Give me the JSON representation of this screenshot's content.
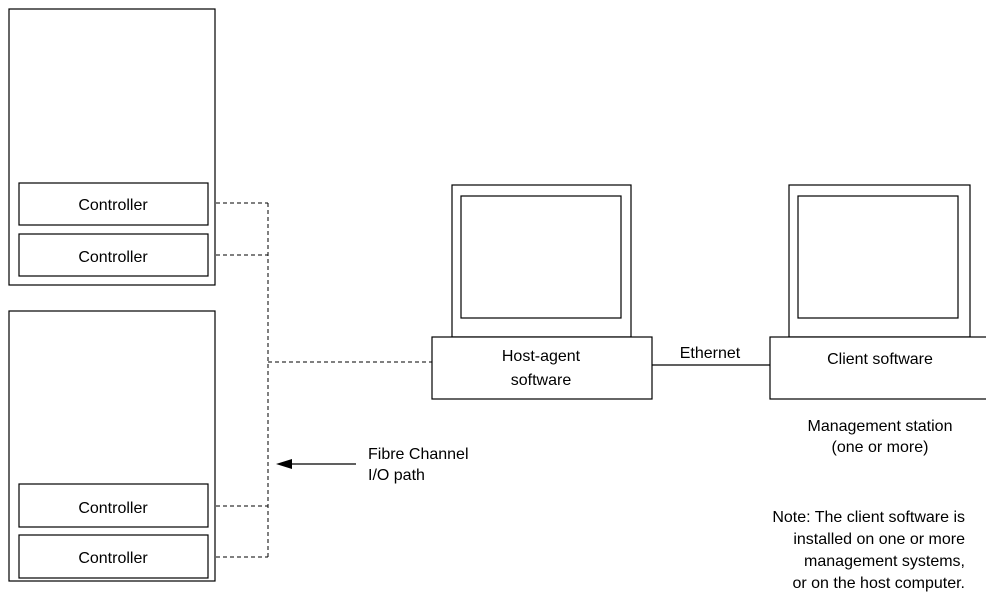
{
  "storage": {
    "upper": {
      "controllers": [
        "Controller",
        "Controller"
      ]
    },
    "lower": {
      "controllers": [
        "Controller",
        "Controller"
      ]
    }
  },
  "host": {
    "label_line1": "Host-agent",
    "label_line2": "software"
  },
  "ethernet": {
    "label": "Ethernet"
  },
  "client": {
    "label": "Client software"
  },
  "management_station": {
    "line1": "Management station",
    "line2": "(one or more)"
  },
  "fibre_path": {
    "line1": "Fibre Channel",
    "line2": "I/O path"
  },
  "note": {
    "lines": [
      "Note: The client software is",
      "installed on one or more",
      "management systems,",
      "or on the host computer."
    ]
  }
}
